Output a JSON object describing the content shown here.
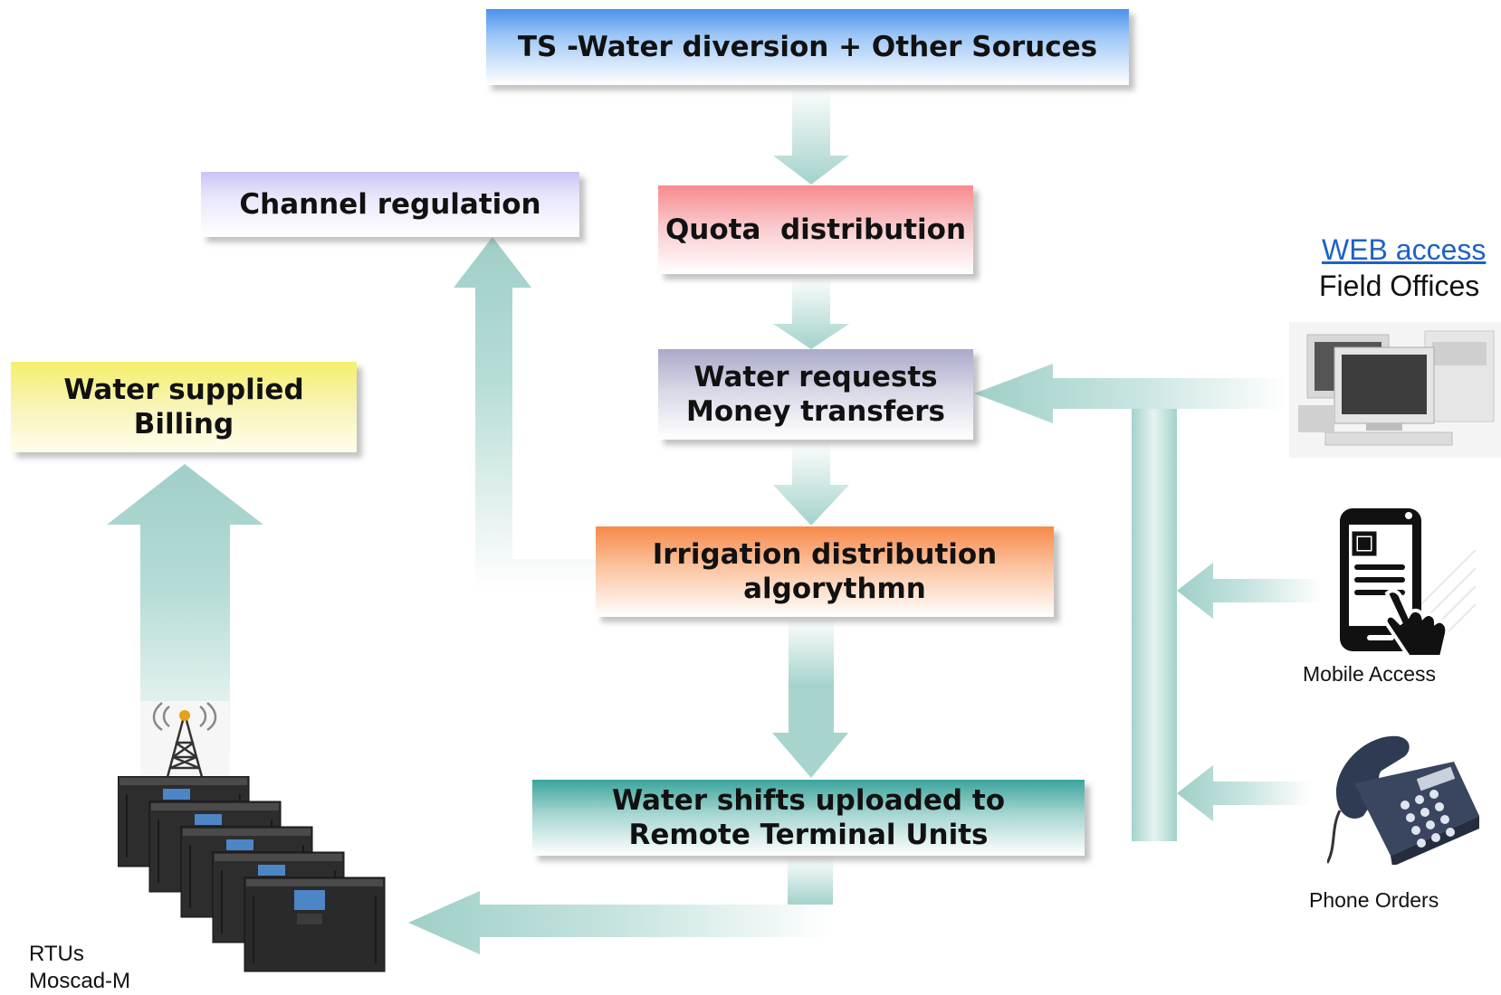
{
  "nodes": {
    "top": "TS -Water diversion + Other Soruces",
    "channel": "Channel regulation",
    "quota": "Quota  distribution",
    "requests": [
      "Water requests",
      "Money transfers"
    ],
    "irrigation": [
      "Irrigation distribution",
      "algorythmn"
    ],
    "supplied": [
      "Water supplied",
      "Billing"
    ],
    "shifts": [
      "Water shifts uploaded to",
      "Remote Terminal Units"
    ]
  },
  "labels": {
    "web_access": "WEB access",
    "field_offices": "Field Offices",
    "mobile_access": "Mobile Access",
    "phone_orders": "Phone Orders",
    "rtus": [
      "RTUs",
      "Moscad-M"
    ]
  },
  "icons": [
    "computer-monitors-icon",
    "smartphone-touch-icon",
    "desk-phone-icon",
    "radio-tower-icon",
    "rtu-cabinets-icon"
  ],
  "colors": {
    "arrow": "#a8d4ce",
    "top_box": "#4b92ea",
    "channel_box": "#c8c4f4",
    "quota_box": "#f88a8e",
    "requests_box": "#a9a9c9",
    "irrigation_box": "#f7894a",
    "supplied_box": "#f4ef6a",
    "shifts_box": "#3aa59c",
    "link": "#1d62c6"
  }
}
